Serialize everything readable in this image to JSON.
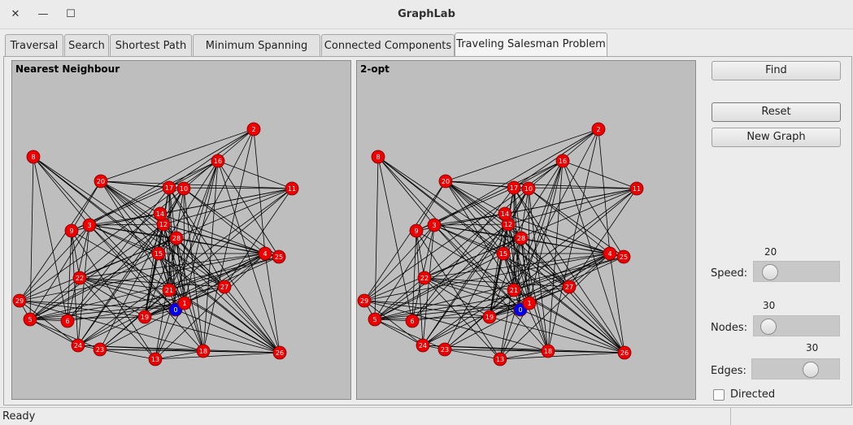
{
  "window": {
    "title": "GraphLab",
    "close_glyph": "✕",
    "minimize_glyph": "—",
    "maximize_glyph": "☐"
  },
  "tabs": [
    {
      "label": "Traversal",
      "active": false
    },
    {
      "label": "Search",
      "active": false
    },
    {
      "label": "Shortest Path",
      "active": false
    },
    {
      "label": "Minimum Spanning Tree",
      "active": false
    },
    {
      "label": "Connected Components",
      "active": false
    },
    {
      "label": "Traveling Salesman Problem",
      "active": true
    }
  ],
  "panels": {
    "left_title": "Nearest Neighbour",
    "right_title": "2-opt"
  },
  "controls": {
    "find_label": "Find",
    "reset_label": "Reset",
    "new_graph_label": "New Graph",
    "speed_label": "Speed:",
    "speed_value": "20",
    "nodes_label": "Nodes:",
    "nodes_value": "30",
    "edges_label": "Edges:",
    "edges_value": "30",
    "directed_label": "Directed",
    "directed_checked": false
  },
  "status": {
    "text": "Ready"
  },
  "graph": {
    "node_color": "#ee0000",
    "start_node_color": "#0000ee",
    "edge_color": "#000000",
    "start_node": "0",
    "nodes": [
      {
        "id": "0"
      },
      {
        "id": "1"
      },
      {
        "id": "2"
      },
      {
        "id": "3"
      },
      {
        "id": "4"
      },
      {
        "id": "5"
      },
      {
        "id": "6"
      },
      {
        "id": "8"
      },
      {
        "id": "9"
      },
      {
        "id": "10"
      },
      {
        "id": "11"
      },
      {
        "id": "12"
      },
      {
        "id": "13"
      },
      {
        "id": "14"
      },
      {
        "id": "15"
      },
      {
        "id": "16"
      },
      {
        "id": "17"
      },
      {
        "id": "18"
      },
      {
        "id": "19"
      },
      {
        "id": "20"
      },
      {
        "id": "21"
      },
      {
        "id": "22"
      },
      {
        "id": "23"
      },
      {
        "id": "24"
      },
      {
        "id": "25"
      },
      {
        "id": "26"
      },
      {
        "id": "27"
      },
      {
        "id": "28"
      },
      {
        "id": "29"
      }
    ]
  }
}
